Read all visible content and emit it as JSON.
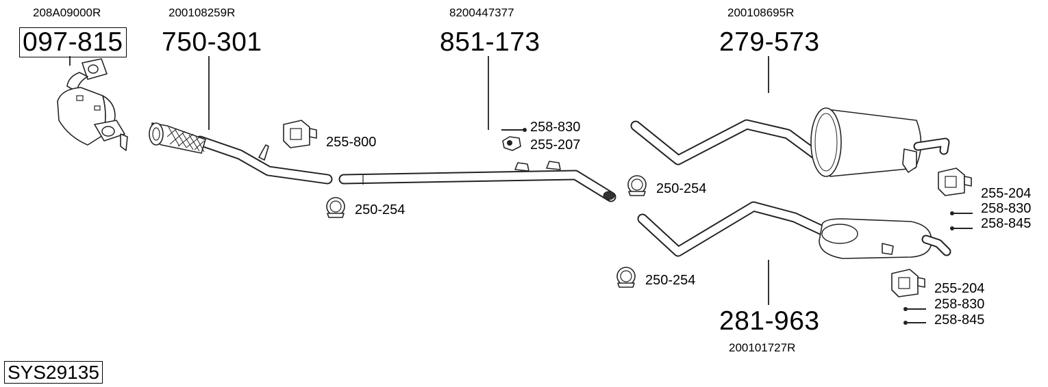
{
  "system_code": "SYS29135",
  "parts": [
    {
      "ref": "097-815",
      "oem": "208A09000R",
      "name": "catalytic-converter",
      "boxed": true
    },
    {
      "ref": "750-301",
      "oem": "200108259R",
      "name": "front-pipe"
    },
    {
      "ref": "851-173",
      "oem": "8200447377",
      "name": "middle-pipe"
    },
    {
      "ref": "279-573",
      "oem": "200108695R",
      "name": "rear-silencer-upper"
    },
    {
      "ref": "281-963",
      "oem": "200101727R",
      "name": "rear-silencer-lower"
    }
  ],
  "accessories": {
    "a1": "255-800",
    "a2": "250-254",
    "a3": "258-830",
    "a4": "255-207",
    "a5": "250-254",
    "a6": "255-204",
    "a7": "258-830",
    "a8": "258-845",
    "a9": "250-254",
    "a10": "255-204",
    "a11": "258-830",
    "a12": "258-845"
  }
}
